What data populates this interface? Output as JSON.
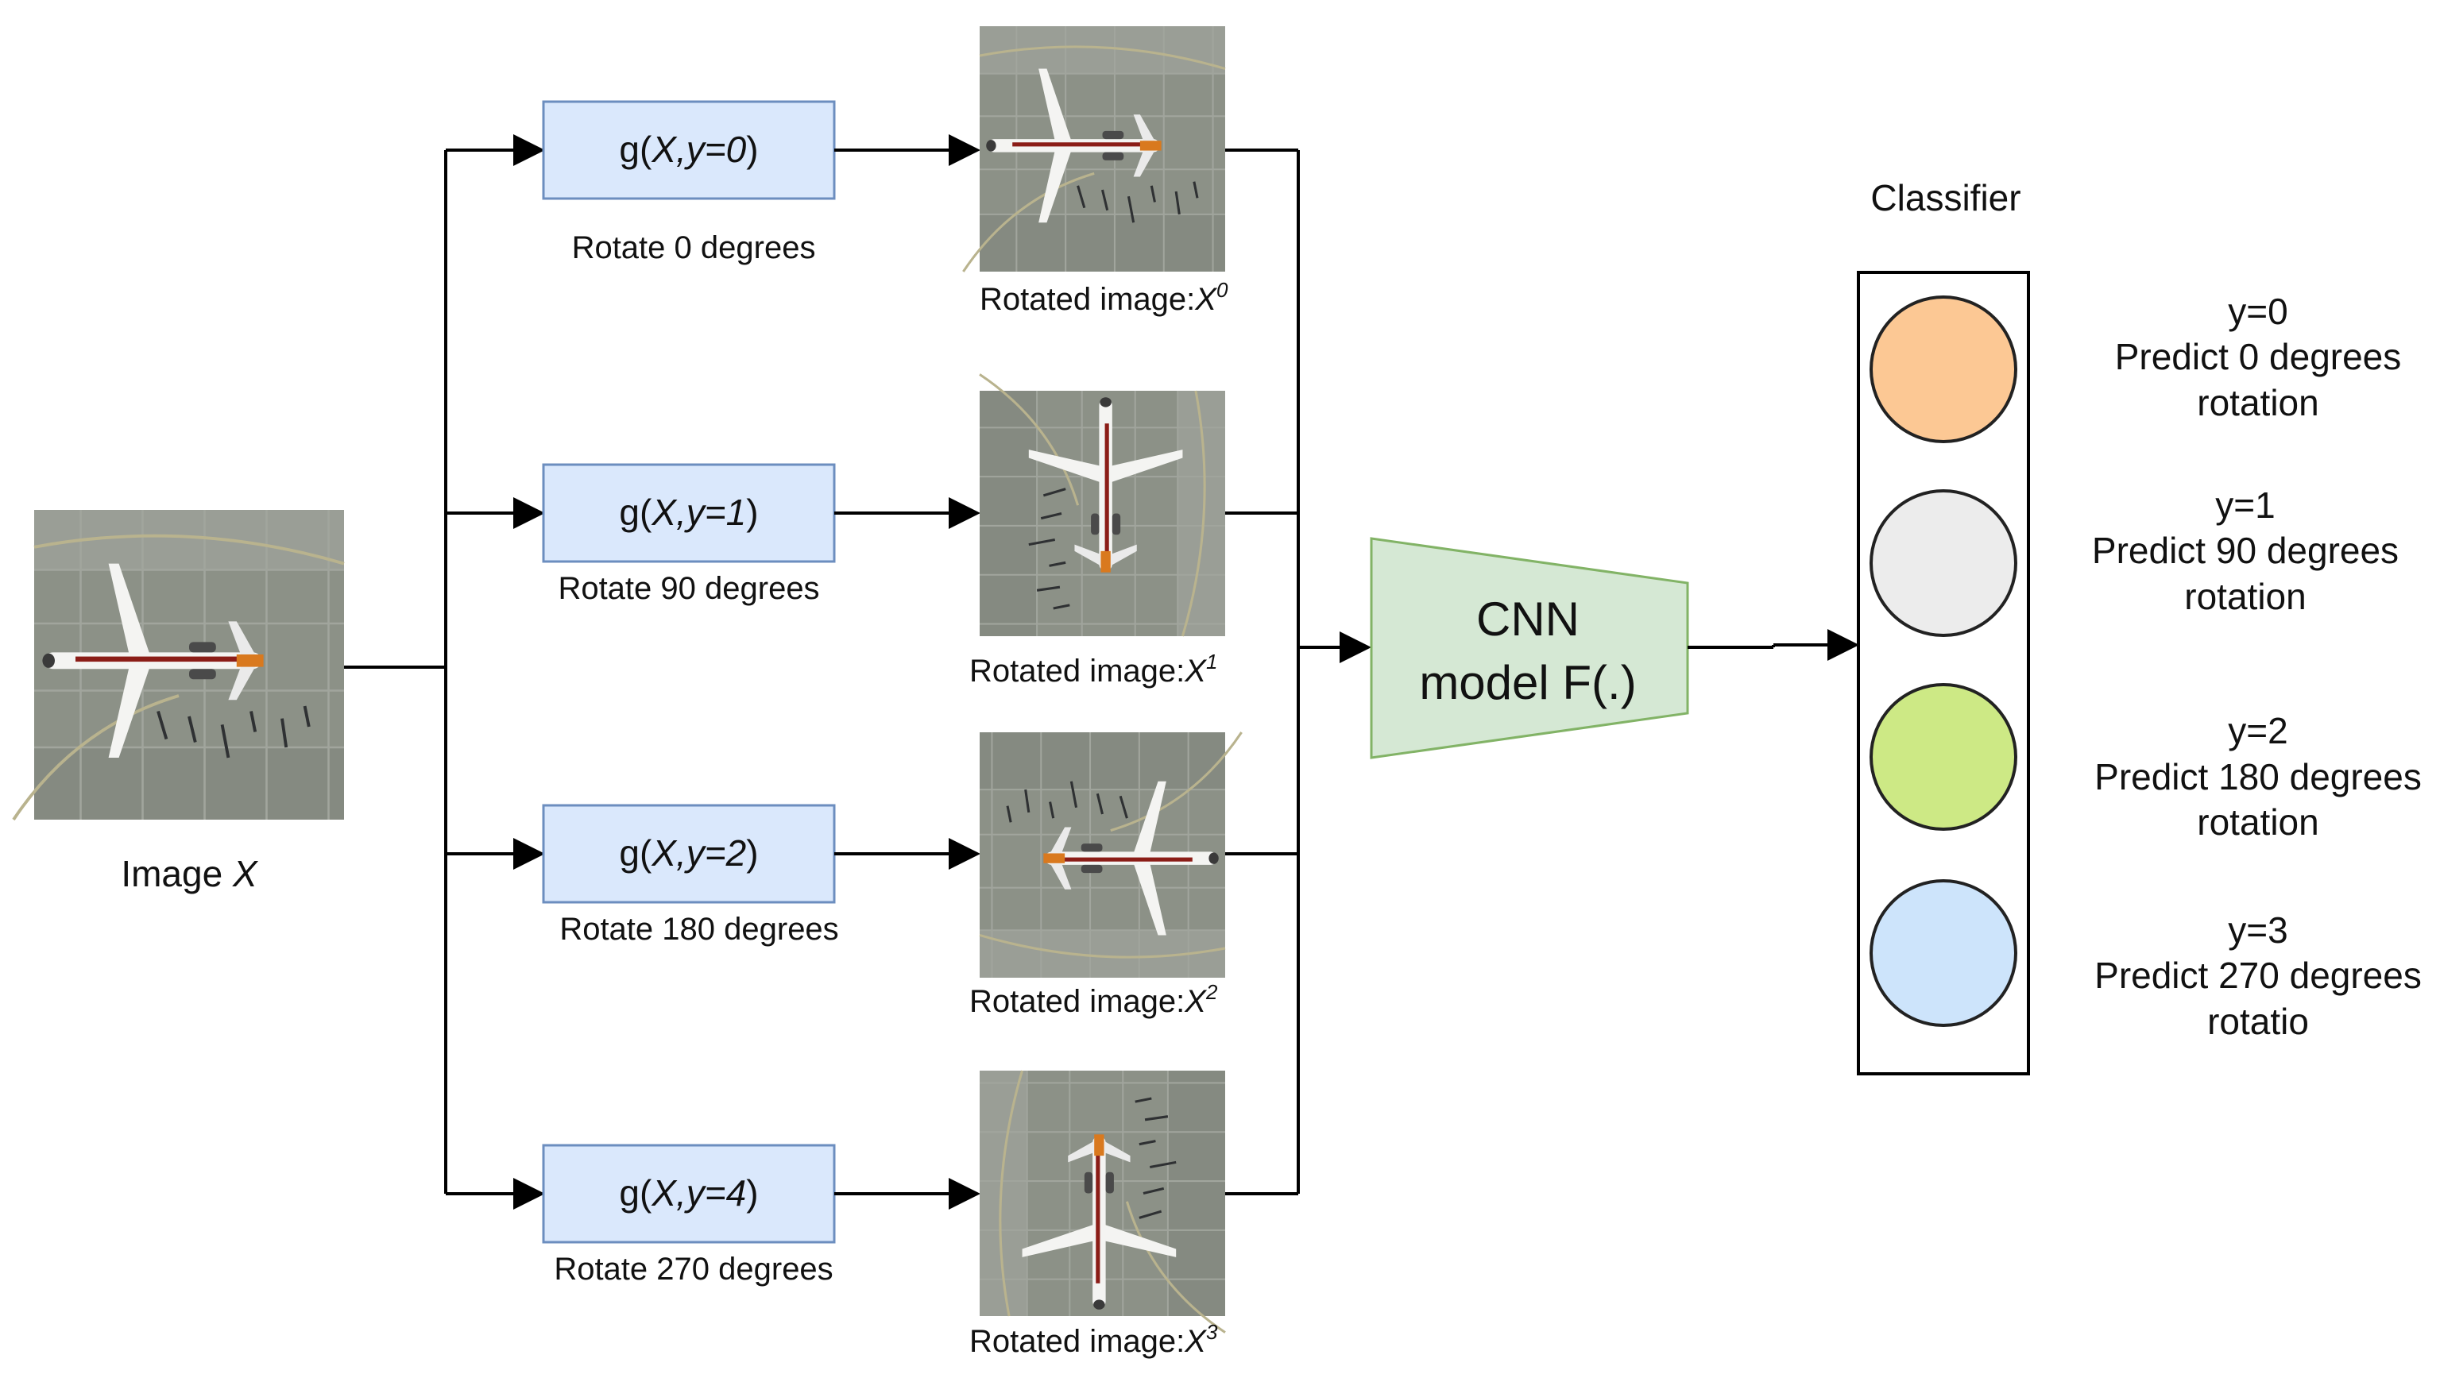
{
  "input": {
    "label_prefix": "Image ",
    "label_var": "X"
  },
  "branches": [
    {
      "fn_prefix": "g(",
      "fn_args": "X,y=0",
      "fn_suffix": ")",
      "caption": "Rotate 0 degrees",
      "rotation_deg": 0,
      "out_prefix": "Rotated image:",
      "out_var": "X",
      "out_sup": "0"
    },
    {
      "fn_prefix": "g(",
      "fn_args": "X,y=1",
      "fn_suffix": ")",
      "caption": "Rotate 90 degrees",
      "rotation_deg": 90,
      "out_prefix": "Rotated image:",
      "out_var": "X",
      "out_sup": "1"
    },
    {
      "fn_prefix": "g(",
      "fn_args": "X,y=2",
      "fn_suffix": ")",
      "caption": "Rotate 180 degrees",
      "rotation_deg": 180,
      "out_prefix": "Rotated image:",
      "out_var": "X",
      "out_sup": "2"
    },
    {
      "fn_prefix": "g(",
      "fn_args": "X,y=4",
      "fn_suffix": ")",
      "caption": "Rotate 270 degrees",
      "rotation_deg": 270,
      "out_prefix": "Rotated image:",
      "out_var": "X",
      "out_sup": "3"
    }
  ],
  "cnn": {
    "line1": "CNN",
    "line2": "model F(.)"
  },
  "classifier": {
    "title": "Classifier",
    "outputs": [
      {
        "line1": "y=0",
        "line2": "Predict 0 degrees",
        "line3": "rotation",
        "color": "#fcc894"
      },
      {
        "line1": "y=1",
        "line2": "Predict 90 degrees",
        "line3": "rotation",
        "color": "#ececec"
      },
      {
        "line1": "y=2",
        "line2": "Predict 180 degrees",
        "line3": "rotation",
        "color": "#cde985"
      },
      {
        "line1": "y=3",
        "line2": "Predict 270 degrees",
        "line3": "rotatio",
        "color": "#cde4fb"
      }
    ]
  },
  "colors": {
    "function_box_fill": "#dae8fc",
    "function_box_stroke": "#6c8ebf",
    "cnn_fill": "#d5e8d4",
    "cnn_stroke": "#82b366",
    "tarmac": "#8c9187"
  }
}
